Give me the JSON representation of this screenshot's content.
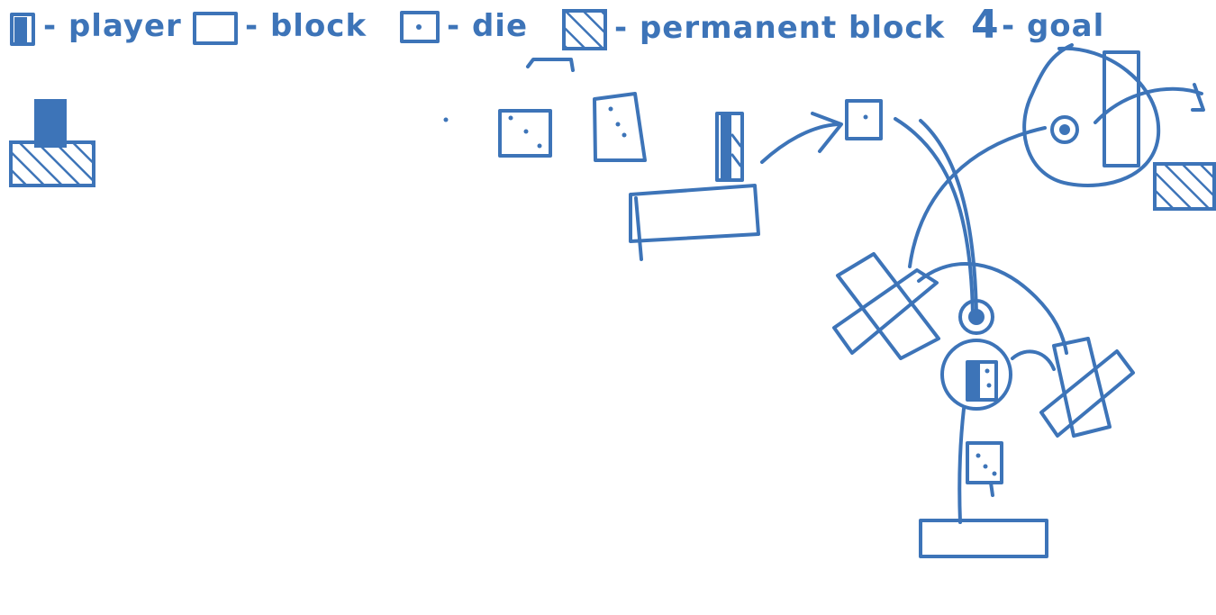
{
  "colors": {
    "ink": "#3d74b8",
    "background": "#ffffff"
  },
  "legend": [
    {
      "symbol": "player",
      "text": "- player"
    },
    {
      "symbol": "block",
      "text": "- block"
    },
    {
      "symbol": "die",
      "text": "- die"
    },
    {
      "symbol": "permanent-block",
      "text": "- permanent block"
    },
    {
      "symbol": "goal",
      "glyph": "4",
      "text": "- goal"
    }
  ]
}
